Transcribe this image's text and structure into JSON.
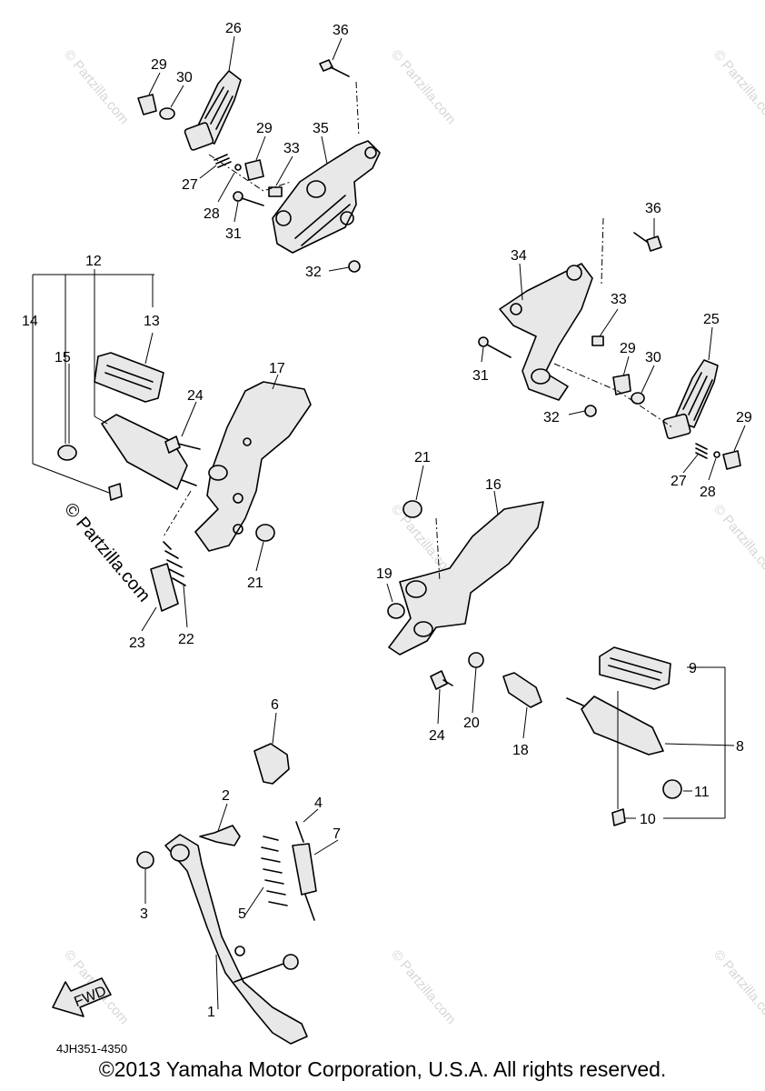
{
  "diagram_code": "4JH351-4350",
  "copyright": "©2013 Yamaha Motor Corporation, U.S.A. All rights reserved.",
  "watermark": "© Partzilla.com",
  "fwd_label": "FWD",
  "callouts": {
    "c1": "1",
    "c2": "2",
    "c3": "3",
    "c4": "4",
    "c5": "5",
    "c6": "6",
    "c7": "7",
    "c8": "8",
    "c9": "9",
    "c10": "10",
    "c11": "11",
    "c12": "12",
    "c13": "13",
    "c14": "14",
    "c15": "15",
    "c16": "16",
    "c17": "17",
    "c18": "18",
    "c19": "19",
    "c20": "20",
    "c21a": "21",
    "c21b": "21",
    "c22": "22",
    "c23": "23",
    "c24a": "24",
    "c24b": "24",
    "c25": "25",
    "c26": "26",
    "c27a": "27",
    "c27b": "27",
    "c28a": "28",
    "c28b": "28",
    "c29a": "29",
    "c29b": "29",
    "c29c": "29",
    "c29d": "29",
    "c30a": "30",
    "c30b": "30",
    "c31a": "31",
    "c31b": "31",
    "c32a": "32",
    "c32b": "32",
    "c33a": "33",
    "c33b": "33",
    "c34": "34",
    "c35": "35",
    "c36a": "36",
    "c36b": "36"
  }
}
